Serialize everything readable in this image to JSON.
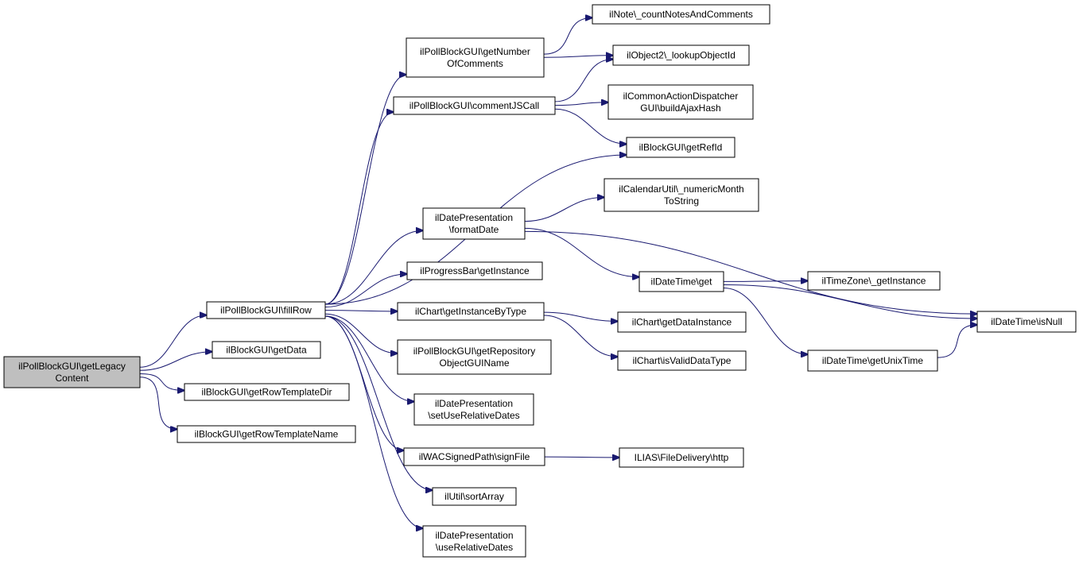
{
  "diagram": {
    "colors": {
      "edge": "#191970",
      "root_fill": "#bfbfbf",
      "node_fill": "#ffffff",
      "node_border": "#000000"
    },
    "nodes": {
      "root": [
        "ilPollBlockGUI\\getLegacy",
        "Content"
      ],
      "fillRow": [
        "ilPollBlockGUI\\fillRow"
      ],
      "getData": [
        "ilBlockGUI\\getData"
      ],
      "getRowTemplateDir": [
        "ilBlockGUI\\getRowTemplateDir"
      ],
      "getRowTemplateName": [
        "ilBlockGUI\\getRowTemplateName"
      ],
      "getNumberOfComments": [
        "ilPollBlockGUI\\getNumber",
        "OfComments"
      ],
      "commentJSCall": [
        "ilPollBlockGUI\\commentJSCall"
      ],
      "formatDate": [
        "ilDatePresentation",
        "\\formatDate"
      ],
      "progressBar": [
        "ilProgressBar\\getInstance"
      ],
      "chartGetInstanceByType": [
        "ilChart\\getInstanceByType"
      ],
      "getRepositoryObjectGUIName": [
        "ilPollBlockGUI\\getRepository",
        "ObjectGUIName"
      ],
      "setUseRelativeDates": [
        "ilDatePresentation",
        "\\setUseRelativeDates"
      ],
      "signFile": [
        "ilWACSignedPath\\signFile"
      ],
      "sortArray": [
        "ilUtil\\sortArray"
      ],
      "useRelativeDates": [
        "ilDatePresentation",
        "\\useRelativeDates"
      ],
      "countNotesAndComments": [
        "ilNote\\_countNotesAndComments"
      ],
      "lookupObjectId": [
        "ilObject2\\_lookupObjectId"
      ],
      "buildAjaxHash": [
        "ilCommonActionDispatcher",
        "GUI\\buildAjaxHash"
      ],
      "getRefId": [
        "ilBlockGUI\\getRefId"
      ],
      "numericMonthToString": [
        "ilCalendarUtil\\_numericMonth",
        "ToString"
      ],
      "dateTimeGet": [
        "ilDateTime\\get"
      ],
      "getTimeZoneInstance": [
        "ilTimeZone\\_getInstance"
      ],
      "isNull": [
        "ilDateTime\\isNull"
      ],
      "getUnixTime": [
        "ilDateTime\\getUnixTime"
      ],
      "getDataInstance": [
        "ilChart\\getDataInstance"
      ],
      "isValidDataType": [
        "ilChart\\isValidDataType"
      ],
      "fileDeliveryHttp": [
        "ILIAS\\FileDelivery\\http"
      ]
    },
    "edges": [
      [
        "root",
        "fillRow"
      ],
      [
        "root",
        "getData"
      ],
      [
        "root",
        "getRowTemplateDir"
      ],
      [
        "root",
        "getRowTemplateName"
      ],
      [
        "fillRow",
        "getNumberOfComments"
      ],
      [
        "fillRow",
        "commentJSCall"
      ],
      [
        "fillRow",
        "getRefId"
      ],
      [
        "fillRow",
        "formatDate"
      ],
      [
        "fillRow",
        "progressBar"
      ],
      [
        "fillRow",
        "chartGetInstanceByType"
      ],
      [
        "fillRow",
        "getRepositoryObjectGUIName"
      ],
      [
        "fillRow",
        "setUseRelativeDates"
      ],
      [
        "fillRow",
        "signFile"
      ],
      [
        "fillRow",
        "sortArray"
      ],
      [
        "fillRow",
        "useRelativeDates"
      ],
      [
        "getNumberOfComments",
        "countNotesAndComments"
      ],
      [
        "getNumberOfComments",
        "lookupObjectId"
      ],
      [
        "commentJSCall",
        "lookupObjectId"
      ],
      [
        "commentJSCall",
        "buildAjaxHash"
      ],
      [
        "commentJSCall",
        "getRefId"
      ],
      [
        "formatDate",
        "numericMonthToString"
      ],
      [
        "formatDate",
        "isNull"
      ],
      [
        "formatDate",
        "dateTimeGet"
      ],
      [
        "dateTimeGet",
        "getTimeZoneInstance"
      ],
      [
        "dateTimeGet",
        "isNull"
      ],
      [
        "dateTimeGet",
        "getUnixTime"
      ],
      [
        "getUnixTime",
        "isNull"
      ],
      [
        "chartGetInstanceByType",
        "getDataInstance"
      ],
      [
        "chartGetInstanceByType",
        "isValidDataType"
      ],
      [
        "signFile",
        "fileDeliveryHttp"
      ]
    ]
  }
}
